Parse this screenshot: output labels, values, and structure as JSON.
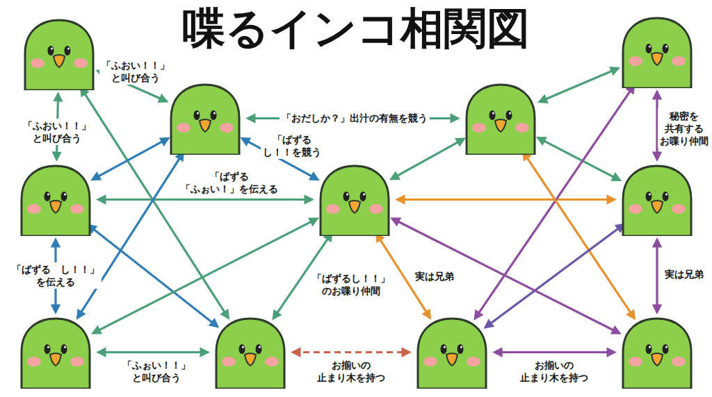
{
  "diagram": {
    "title": "喋るインコ相関図",
    "nodes": [
      {
        "text": []
      },
      {
        "text": []
      },
      {
        "text": []
      },
      {
        "text": []
      },
      {
        "text": []
      },
      {
        "text": []
      },
      {
        "text": []
      },
      {
        "text": []
      },
      {
        "text": []
      },
      {
        "text": []
      },
      {
        "text": []
      }
    ],
    "edges": [
      {
        "from": 0,
        "to": 1,
        "label": "「ふおい！！」 と叫び合う",
        "arrow": "both"
      },
      {
        "from": 0,
        "to": 4,
        "label": "「ふおい！！」 と叫び合う",
        "arrow": "both"
      },
      {
        "from": 0,
        "to": 8,
        "arrow": "both"
      },
      {
        "from": 1,
        "to": 2,
        "label": "「おだしか？」出汁の有無を競う",
        "arrow": "both"
      },
      {
        "from": 1,
        "to": 5,
        "label": "「ばずる し！！を競う",
        "arrow": "both"
      },
      {
        "from": 4,
        "to": 5,
        "label": "「ばずる 「ふぉい！」を伝える",
        "arrow": "both"
      },
      {
        "from": 1,
        "to": 4,
        "arrow": "both"
      },
      {
        "from": 1,
        "to": 7,
        "arrow": "both"
      },
      {
        "from": 4,
        "to": 7,
        "label": "「ばずる　し！！」 を伝える",
        "arrow": "both"
      },
      {
        "from": 4,
        "to": 8,
        "arrow": "both"
      },
      {
        "from": 7,
        "to": 5,
        "arrow": "both"
      },
      {
        "from": 7,
        "to": 8,
        "label": "「ふぉい！！」 と叫び合う",
        "arrow": "both"
      },
      {
        "from": 5,
        "to": 8,
        "label": "「ばずるし！！」 のお喋り仲間",
        "arrow": "both"
      },
      {
        "from": 5,
        "to": 9,
        "label": "実は兄弟",
        "arrow": "both"
      },
      {
        "from": 8,
        "to": 9,
        "label": "お揃いの 止まり木を持つ",
        "arrow": "both"
      },
      {
        "from": 9,
        "to": 10,
        "label": "お揃いの 止まり木を持つ",
        "arrow": "both"
      },
      {
        "from": 5,
        "to": 6,
        "arrow": "both"
      },
      {
        "from": 5,
        "to": 2,
        "arrow": "both"
      },
      {
        "from": 2,
        "to": 3,
        "arrow": "both"
      },
      {
        "from": 2,
        "to": 6,
        "arrow": "both"
      },
      {
        "from": 3,
        "to": 6,
        "label": "秘密を 共有する お喋り仲間",
        "arrow": "both"
      },
      {
        "from": 6,
        "to": 10,
        "label": "実は兄弟",
        "arrow": "both"
      },
      {
        "from": 3,
        "to": 9,
        "arrow": "both"
      },
      {
        "from": 2,
        "to": 10,
        "arrow": "both"
      },
      {
        "from": 6,
        "to": 9,
        "arrow": "both"
      },
      {
        "from": 5,
        "to": 10,
        "arrow": "both"
      }
    ]
  }
}
